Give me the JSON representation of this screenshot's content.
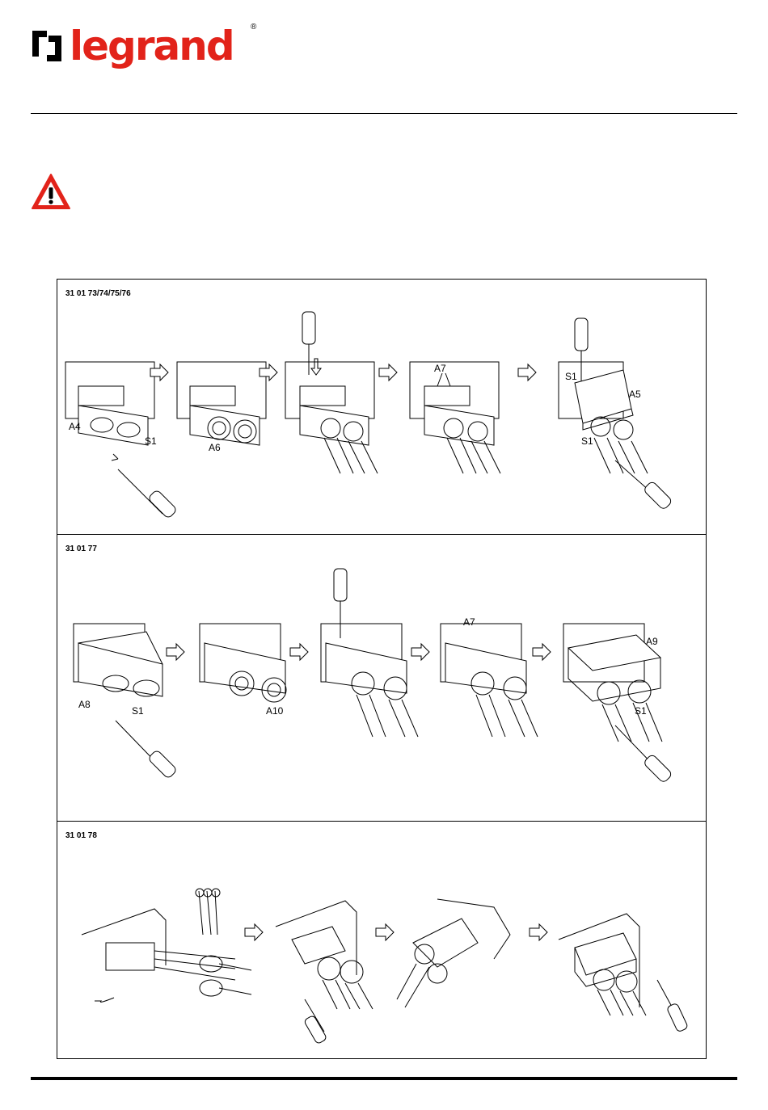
{
  "header": {
    "brand": "legrand",
    "registered_mark": "®",
    "brand_color": "#e2231a"
  },
  "warning": {
    "icon": "warning-triangle-icon",
    "color": "#e2231a"
  },
  "sections": [
    {
      "title": "31 01 73/74/75/76",
      "labels": [
        "A4",
        "S1",
        "A6",
        "A7",
        "S1",
        "A5",
        "S1"
      ]
    },
    {
      "title": "31 01 77",
      "labels": [
        "A8",
        "S1",
        "A10",
        "A7",
        "A9",
        "S1"
      ]
    },
    {
      "title": "31 01 78",
      "labels": []
    }
  ]
}
